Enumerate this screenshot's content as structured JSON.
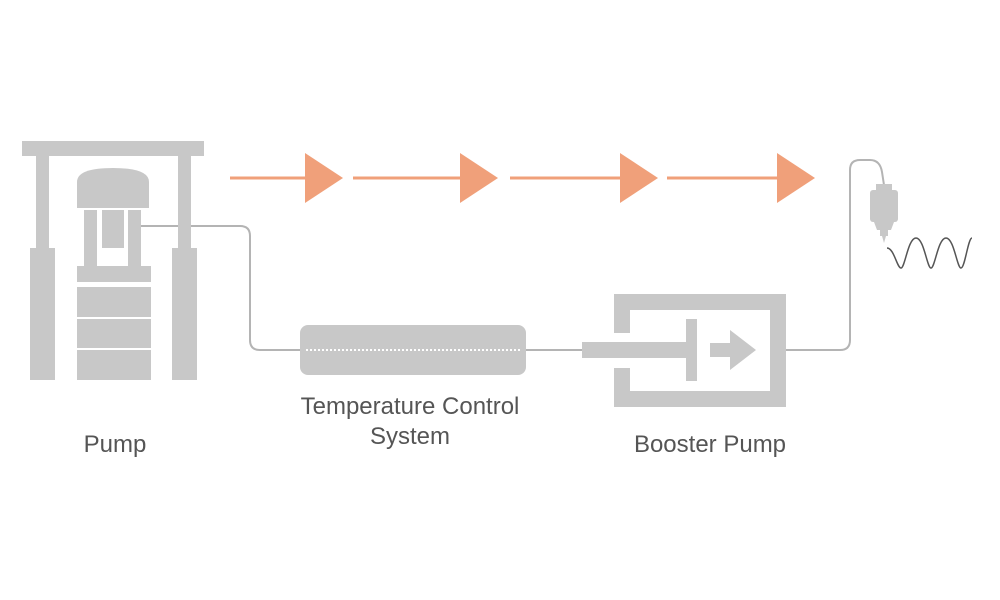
{
  "labels": {
    "pump": "Pump",
    "temperature_control_line1": "Temperature Control",
    "temperature_control_line2": "System",
    "booster_pump": "Booster Pump"
  },
  "colors": {
    "component_gray": "#c8c8c8",
    "line_gray": "#b4b4b4",
    "flow_arrow": "#f0a07a",
    "text": "#555555"
  },
  "icons": {
    "flow_direction": "right-arrow-icon",
    "booster_direction": "right-arrow-icon",
    "output_signal": "sine-wave-icon"
  }
}
